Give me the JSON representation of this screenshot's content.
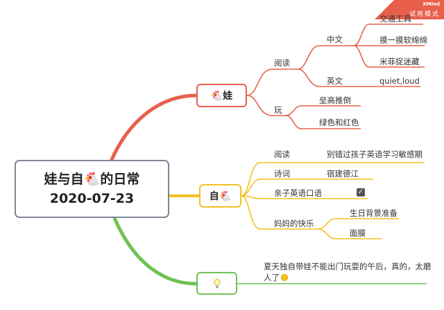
{
  "badge": {
    "brand": "XMind",
    "mode": "试用模式"
  },
  "central": {
    "line1": "娃与自🐔的日常",
    "line2": "2020-07-23"
  },
  "colors": {
    "red": "#e8604c",
    "yellow": "#f4c020",
    "green": "#6ec253",
    "checkbox": "#555555"
  },
  "branches": {
    "wa": {
      "label": "🐔娃",
      "reading": {
        "label": "阅读",
        "chinese": {
          "label": "中文",
          "items": [
            "交通工具",
            "摸一摸软绵绵",
            "米菲捉迷藏"
          ]
        },
        "english": {
          "label": "英文",
          "items": [
            "quiet,loud"
          ]
        }
      },
      "play": {
        "label": "玩",
        "items": [
          "垒高推倒",
          "绿色和红色"
        ]
      }
    },
    "zi": {
      "label": "自🐔",
      "reading": {
        "label": "阅读",
        "value": "别错过孩子英语学习敏感期"
      },
      "poetry": {
        "label": "诗词",
        "value": "宿建德江"
      },
      "oral": {
        "label": "亲子英语口语",
        "checked": true
      },
      "joy": {
        "label": "妈妈的快乐",
        "items": [
          "生日背景准备",
          "面膜"
        ]
      }
    },
    "idea": {
      "icon": "lightbulb-icon",
      "note_line1": "夏天独自带娃不能出门玩耍的午后，真的，太磨",
      "note_line2": "人了"
    }
  }
}
